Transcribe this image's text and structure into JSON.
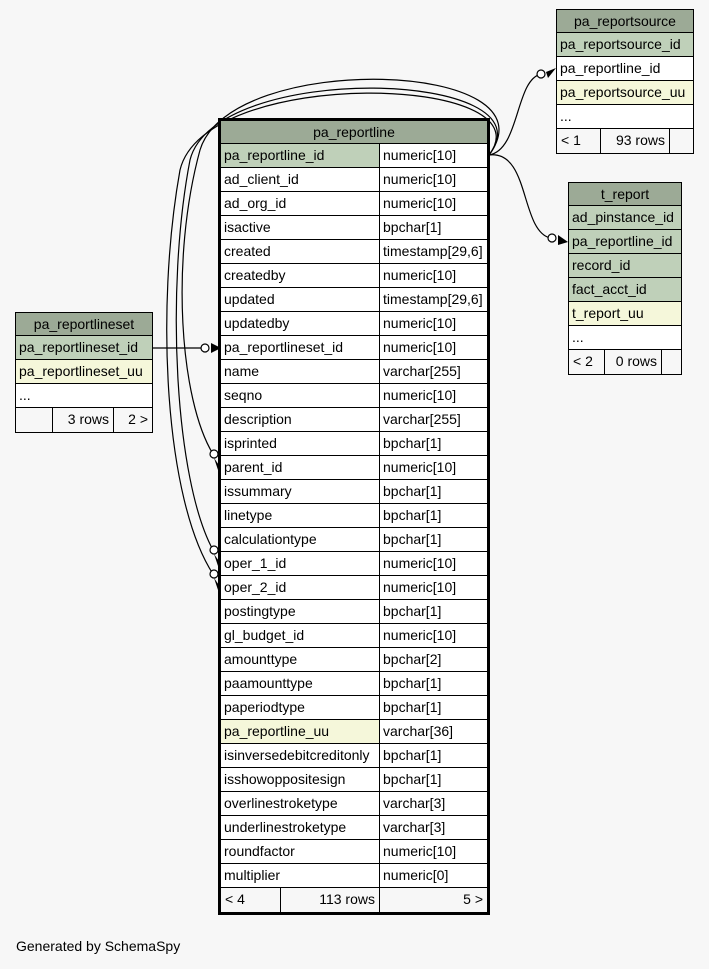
{
  "tables": {
    "pa_reportline": {
      "name": "pa_reportline",
      "columns": [
        {
          "name": "pa_reportline_id",
          "type": "numeric[10]",
          "kind": "pk"
        },
        {
          "name": "ad_client_id",
          "type": "numeric[10]",
          "kind": ""
        },
        {
          "name": "ad_org_id",
          "type": "numeric[10]",
          "kind": ""
        },
        {
          "name": "isactive",
          "type": "bpchar[1]",
          "kind": ""
        },
        {
          "name": "created",
          "type": "timestamp[29,6]",
          "kind": ""
        },
        {
          "name": "createdby",
          "type": "numeric[10]",
          "kind": ""
        },
        {
          "name": "updated",
          "type": "timestamp[29,6]",
          "kind": ""
        },
        {
          "name": "updatedby",
          "type": "numeric[10]",
          "kind": ""
        },
        {
          "name": "pa_reportlineset_id",
          "type": "numeric[10]",
          "kind": ""
        },
        {
          "name": "name",
          "type": "varchar[255]",
          "kind": ""
        },
        {
          "name": "seqno",
          "type": "numeric[10]",
          "kind": ""
        },
        {
          "name": "description",
          "type": "varchar[255]",
          "kind": ""
        },
        {
          "name": "isprinted",
          "type": "bpchar[1]",
          "kind": ""
        },
        {
          "name": "parent_id",
          "type": "numeric[10]",
          "kind": ""
        },
        {
          "name": "issummary",
          "type": "bpchar[1]",
          "kind": ""
        },
        {
          "name": "linetype",
          "type": "bpchar[1]",
          "kind": ""
        },
        {
          "name": "calculationtype",
          "type": "bpchar[1]",
          "kind": ""
        },
        {
          "name": "oper_1_id",
          "type": "numeric[10]",
          "kind": ""
        },
        {
          "name": "oper_2_id",
          "type": "numeric[10]",
          "kind": ""
        },
        {
          "name": "postingtype",
          "type": "bpchar[1]",
          "kind": ""
        },
        {
          "name": "gl_budget_id",
          "type": "numeric[10]",
          "kind": ""
        },
        {
          "name": "amounttype",
          "type": "bpchar[2]",
          "kind": ""
        },
        {
          "name": "paamounttype",
          "type": "bpchar[1]",
          "kind": ""
        },
        {
          "name": "paperiodtype",
          "type": "bpchar[1]",
          "kind": ""
        },
        {
          "name": "pa_reportline_uu",
          "type": "varchar[36]",
          "kind": "uu"
        },
        {
          "name": "isinversedebitcreditonly",
          "type": "bpchar[1]",
          "kind": ""
        },
        {
          "name": "isshowoppositesign",
          "type": "bpchar[1]",
          "kind": ""
        },
        {
          "name": "overlinestroketype",
          "type": "varchar[3]",
          "kind": ""
        },
        {
          "name": "underlinestroketype",
          "type": "varchar[3]",
          "kind": ""
        },
        {
          "name": "roundfactor",
          "type": "numeric[10]",
          "kind": ""
        },
        {
          "name": "multiplier",
          "type": "numeric[0]",
          "kind": ""
        }
      ],
      "footer": {
        "parents": "< 4",
        "rows": "113 rows",
        "children": "5 >"
      }
    },
    "pa_reportlineset": {
      "name": "pa_reportlineset",
      "rows": [
        {
          "name": "pa_reportlineset_id",
          "kind": "pk"
        },
        {
          "name": "pa_reportlineset_uu",
          "kind": "uu"
        },
        {
          "name": "...",
          "kind": "plain"
        }
      ],
      "footer": {
        "parents": "",
        "rows": "3 rows",
        "children": "2 >"
      }
    },
    "pa_reportsource": {
      "name": "pa_reportsource",
      "rows": [
        {
          "name": "pa_reportsource_id",
          "kind": "pk"
        },
        {
          "name": "pa_reportline_id",
          "kind": "plain"
        },
        {
          "name": "pa_reportsource_uu",
          "kind": "uu"
        },
        {
          "name": "...",
          "kind": "plain"
        }
      ],
      "footer": {
        "parents": "< 1",
        "rows": "93 rows",
        "children": ""
      }
    },
    "t_report": {
      "name": "t_report",
      "rows": [
        {
          "name": "ad_pinstance_id",
          "kind": "pk"
        },
        {
          "name": "pa_reportline_id",
          "kind": "pk"
        },
        {
          "name": "record_id",
          "kind": "pk"
        },
        {
          "name": "fact_acct_id",
          "kind": "pk"
        },
        {
          "name": "t_report_uu",
          "kind": "uu"
        },
        {
          "name": "...",
          "kind": "plain"
        }
      ],
      "footer": {
        "parents": "< 2",
        "rows": "0 rows",
        "children": ""
      }
    }
  },
  "colors": {
    "header": "#9caa96",
    "pk": "#bfd0b9",
    "uu": "#f5f7da",
    "background": "#f7f7f7"
  },
  "generated_by": "Generated by SchemaSpy"
}
